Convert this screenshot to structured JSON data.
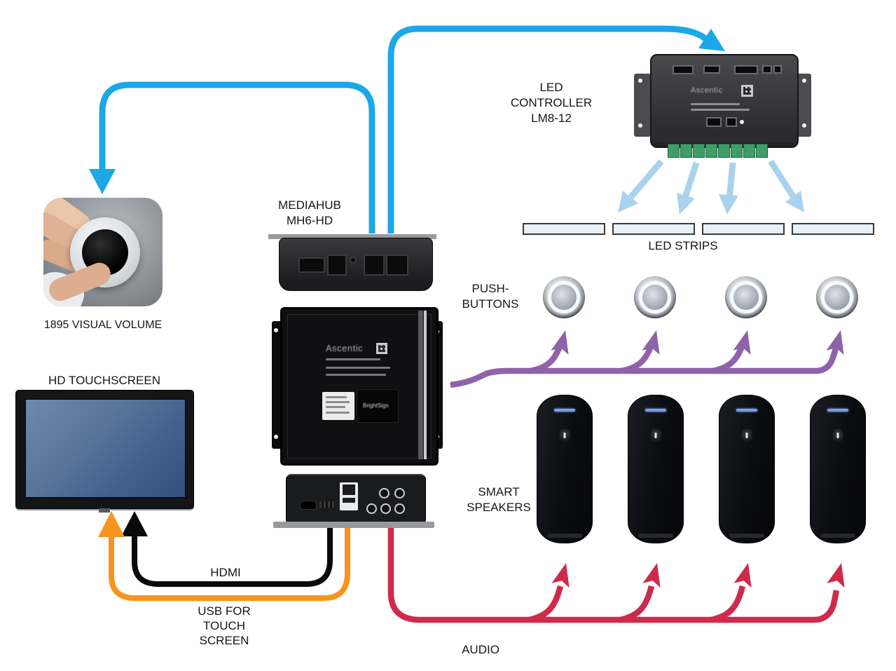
{
  "labels": {
    "volume_caption": "1895 VISUAL VOLUME",
    "touchscreen_caption": "HD TOUCHSCREEN",
    "mediahub": [
      "MEDIAHUB",
      "MH6-HD"
    ],
    "led_controller": [
      "LED",
      "CONTROLLER",
      "LM8-12"
    ],
    "led_strips": "LED STRIPS",
    "push_buttons": [
      "PUSH-",
      "BUTTONS"
    ],
    "smart_speakers": [
      "SMART",
      "SPEAKERS"
    ],
    "hdmi": "HDMI",
    "usb": [
      "USB FOR",
      "TOUCH",
      "SCREEN"
    ],
    "audio": "AUDIO"
  },
  "devices": {
    "mediahub_brand": "Ascentic",
    "mediahub_player_brand": "BrightSign",
    "led_controller_brand": "Ascentic"
  },
  "counts": {
    "led_strips": 4,
    "push_buttons": 4,
    "smart_speakers": 4
  },
  "colors": {
    "cyan": "#1CA7E8",
    "lblue": "#A9D3EC",
    "purple": "#8E63A9",
    "red": "#CE2B4A",
    "orange": "#F7941D",
    "black": "#0A0A0A"
  }
}
